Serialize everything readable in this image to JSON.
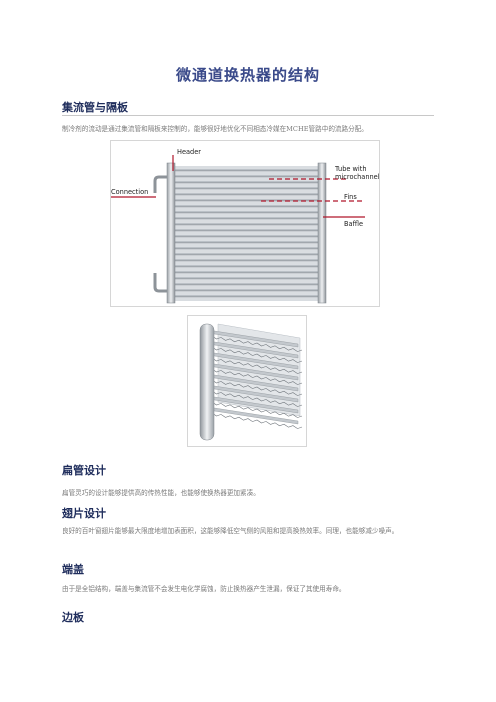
{
  "doc": {
    "title": "微通道换热器的结构",
    "sections": [
      {
        "heading": "集流管与隔板",
        "paragraph": "制冷剂的流动是通过集流管和隔板来控制的，能够很好地优化不同相态冷媒在MCHE管路中的流路分配。",
        "figure_labels": {
          "header": "Header",
          "connection": "Connection",
          "tube_line1": "Tube with",
          "tube_line2": "microchannels",
          "fins": "Fins",
          "baffle": "Baffle"
        }
      },
      {
        "heading": "扁管设计",
        "paragraph": "扁管灵巧的设计能够提供高的传热性能，也能够使换热器更加紧凑。"
      },
      {
        "heading": "翅片设计",
        "paragraph": "良好的百叶窗翅片能够最大限度地增加表面积，这能够降低空气侧的风阻和提高换热效率。同理，也能够减少噪声。"
      },
      {
        "heading": "端盖",
        "paragraph": "由于是全铝结构，端盖与集流管不会发生电化学腐蚀，防止换热器产生泄漏，保证了其使用寿命。"
      },
      {
        "heading": "边板"
      }
    ]
  },
  "colors": {
    "title": "#3a4a8a",
    "heading": "#1f2d5c",
    "body_text": "#7a7a7a",
    "pointer": "#b0162b"
  }
}
